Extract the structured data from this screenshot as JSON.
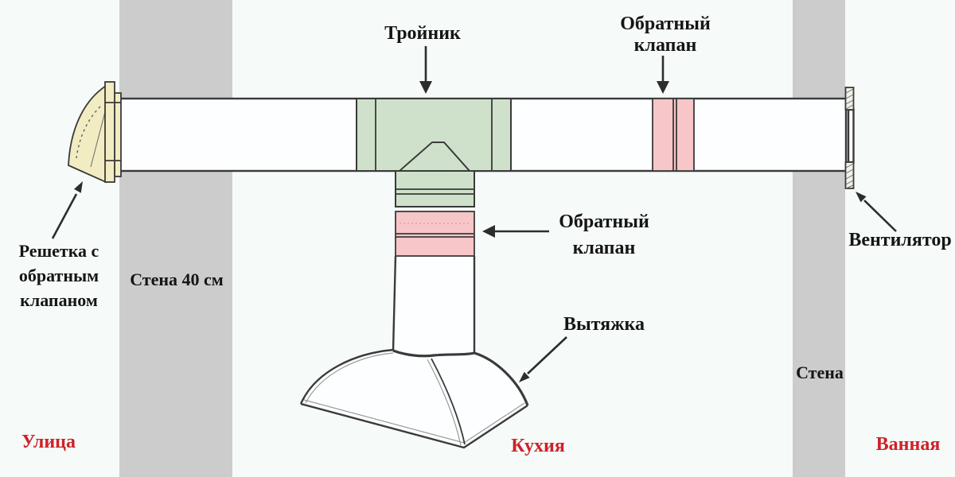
{
  "colors": {
    "background": "#f6fbf9",
    "wall": "#cccccc",
    "green": "#cfe1ca",
    "pink": "#f7c6c8",
    "cream": "#f2ecc2",
    "red": "#cf2127",
    "line": "#3a3a3a",
    "text": "#151515"
  },
  "labels": {
    "components": {
      "tee": "Тройник",
      "check_valve_top": {
        "line1": "Обратный",
        "line2": "клапан"
      },
      "check_valve_mid": {
        "line1": "Обратный",
        "line2": "клапан"
      },
      "grille": {
        "line1": "Решетка с",
        "line2": "обратным",
        "line3": "клапаном"
      },
      "hood": "Вытяжка",
      "fan": "Вентилятор"
    },
    "walls": {
      "left": "Стена 40 см",
      "right": "Стена"
    },
    "rooms": {
      "street": "Улица",
      "kitchen": "Кухия",
      "bathroom": "Ванная"
    }
  }
}
